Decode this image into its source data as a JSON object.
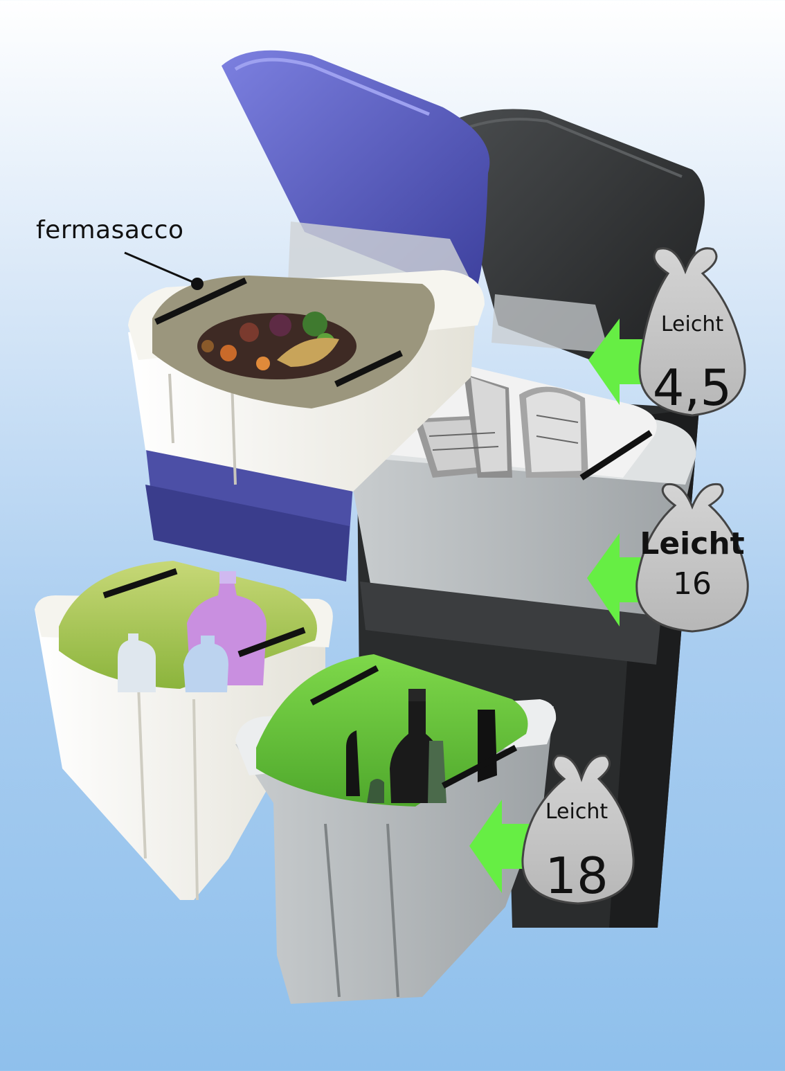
{
  "callout": {
    "label": "fermasacco"
  },
  "bags": [
    {
      "label": "Leicht",
      "value": "4,5"
    },
    {
      "label": "Leicht",
      "value": "16"
    },
    {
      "label": "Leicht",
      "value": "18"
    }
  ],
  "colors": {
    "background_top": "#ffffff",
    "background_bottom": "#8fc0ec",
    "blue_lid": "#5a5fc0",
    "dark_bin": "#2b2d2e",
    "light_gray_bin": "#b9bdbf",
    "white_bin": "#f4f2ea",
    "arrow_green": "#66ee44",
    "bag_gray": "#c8c8c8"
  }
}
